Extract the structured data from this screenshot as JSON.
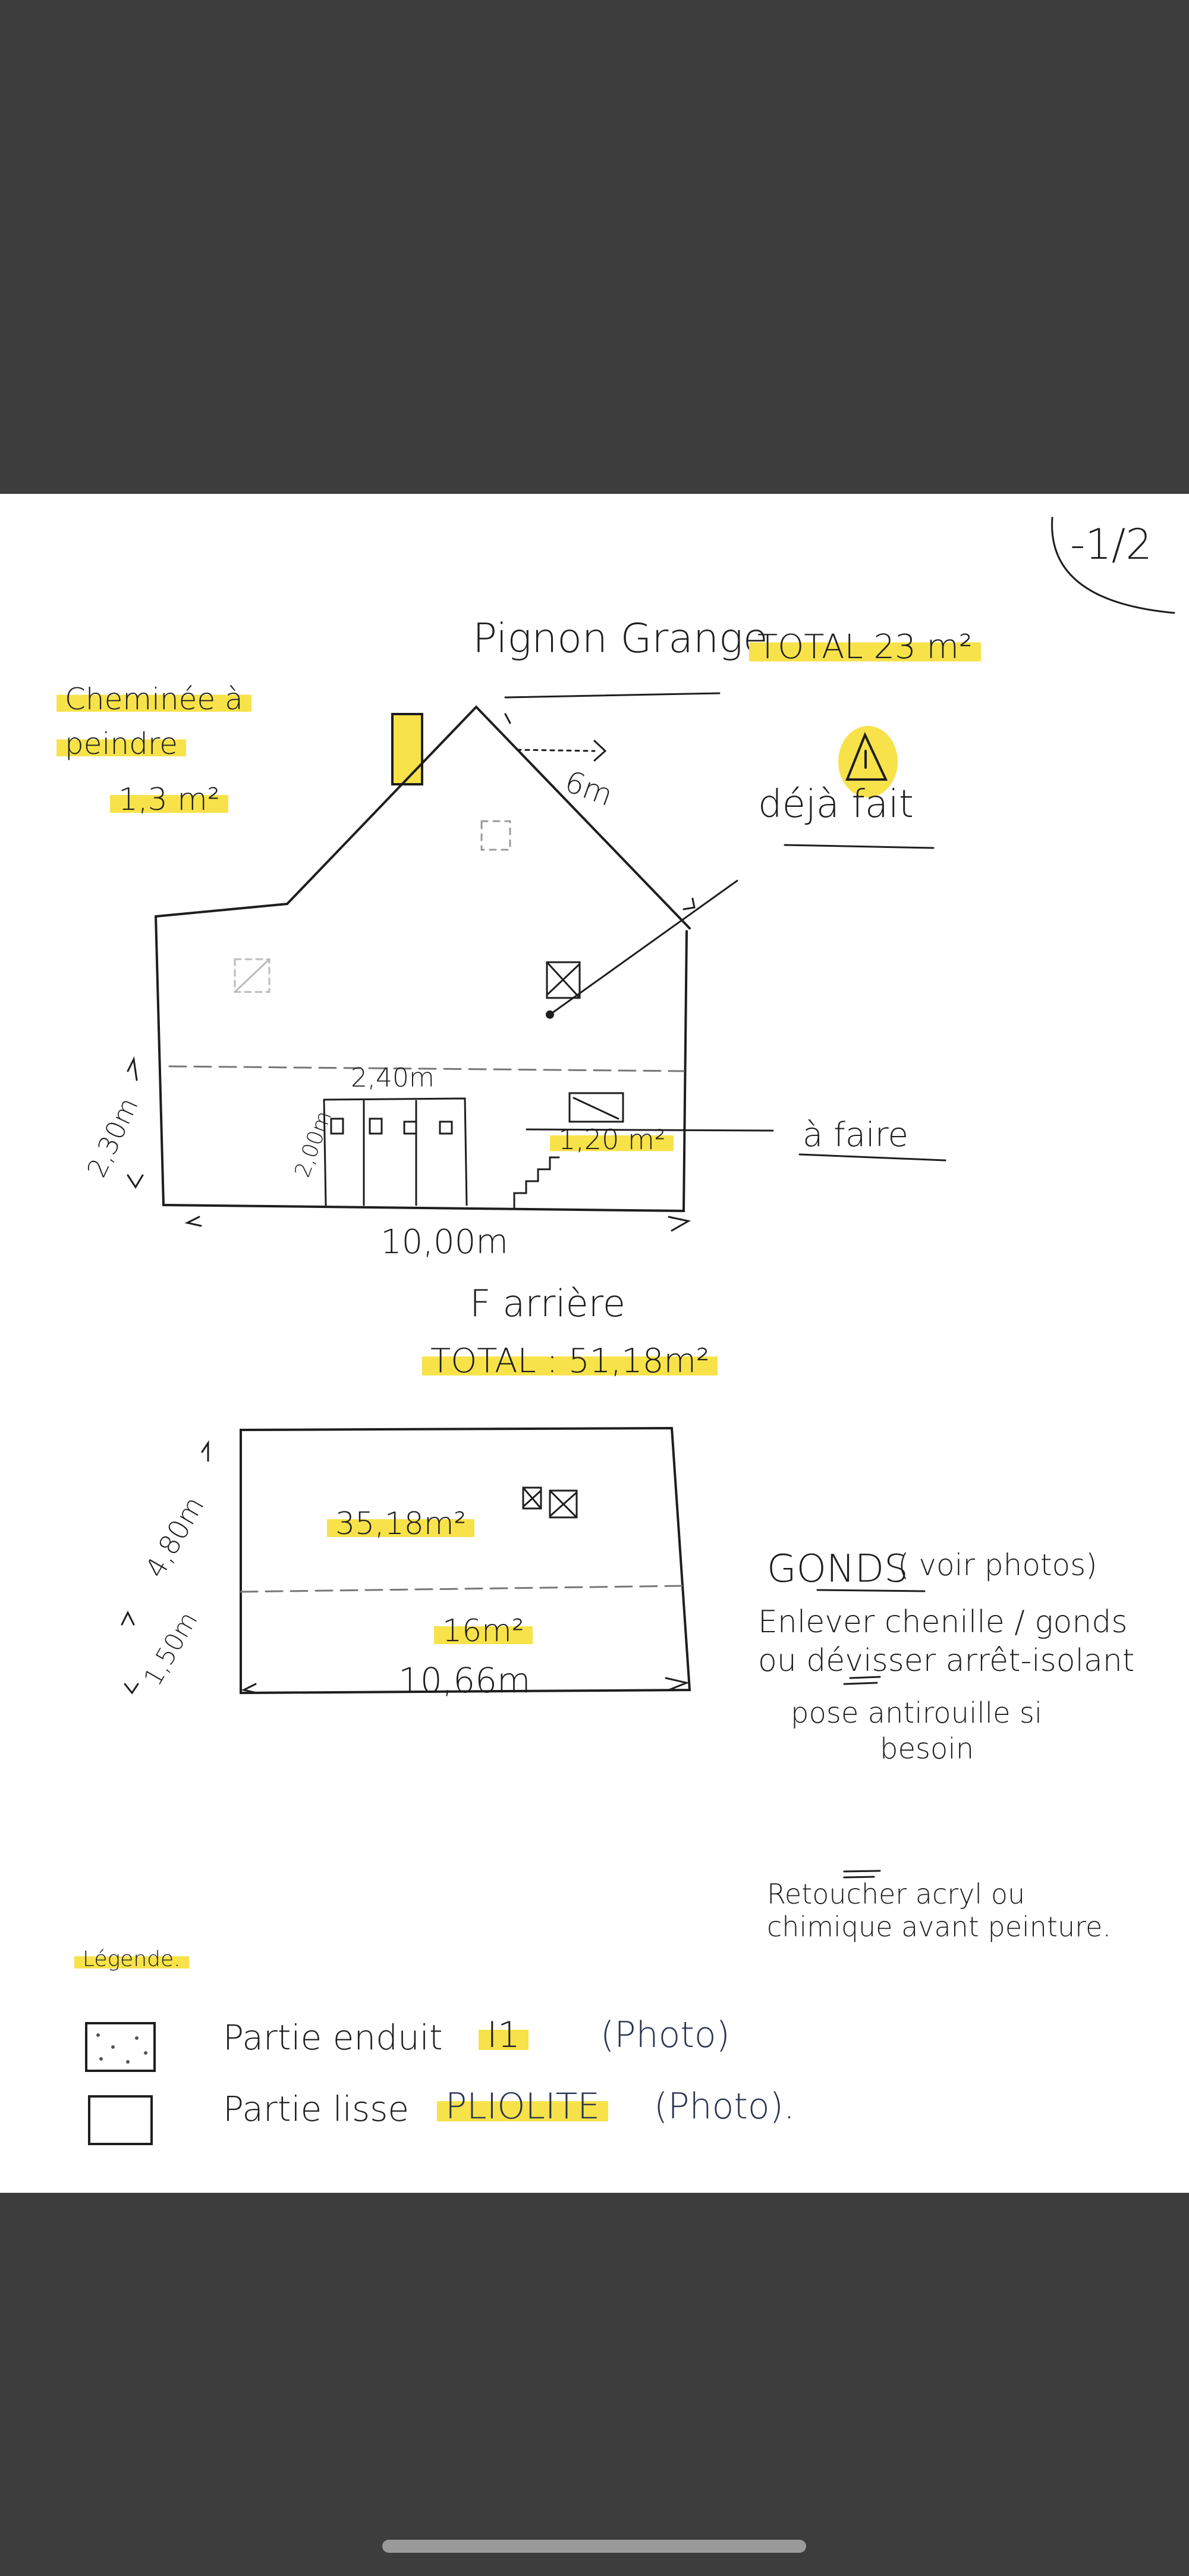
{
  "viewer": {
    "page_indicator": "-1/2"
  },
  "gable": {
    "title": "Pignon Grange",
    "total": "TOTAL 23 m²",
    "chimney_label_1": "Cheminée à",
    "chimney_label_2": "peindre",
    "chimney_area": "1,3 m²",
    "roof_length": "6m",
    "warning_note": "déjà fait",
    "door_width": "2,40m",
    "door_height": "2,00m",
    "lower_height": "2,30m",
    "window_area": "1,20 m²",
    "window_note": "à faire",
    "width": "10,00m"
  },
  "rear": {
    "title": "F arrière",
    "total": "TOTAL : 51,18m²",
    "upper_area": "35,18m²",
    "lower_area": "16m²",
    "upper_height": "4,80m",
    "lower_height": "1,50m",
    "width": "10,66m"
  },
  "notes": {
    "title": "GONDS",
    "title_note": "( voir photos)",
    "lines": [
      "Enlever chenille / gonds",
      "ou dévisser arrêt-isolant",
      "pose antirouille si",
      "besoin",
      "Retoucher acryl ou",
      "chimique avant peinture."
    ]
  },
  "legend": {
    "title": "Légende.",
    "items": [
      {
        "label": "Partie enduit",
        "code": "I1",
        "note": "(Photo)"
      },
      {
        "label": "Partie lisse",
        "code": "PLIOLITE",
        "note": "(Photo)."
      }
    ]
  },
  "colors": {
    "highlight": "#f7e24a",
    "background": "#3d3d3d",
    "ink": "#1e1e1e"
  }
}
